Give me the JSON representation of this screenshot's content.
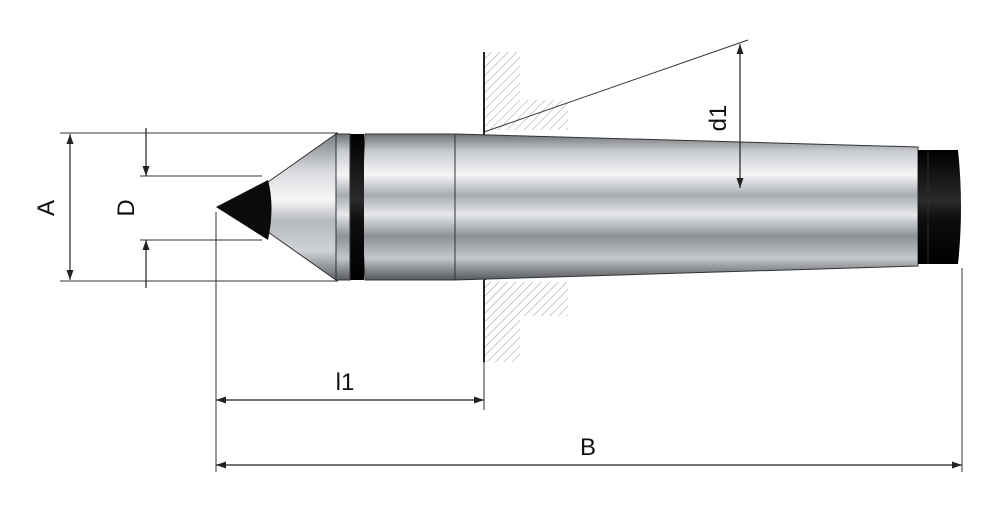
{
  "labels": {
    "A": "A",
    "D": "D",
    "d1": "d1",
    "l1": "l1",
    "B": "B"
  },
  "colors": {
    "steel_dark": "#5a5e63",
    "steel_light": "#f2f3f5",
    "carbide_tip": "#0b0b0b",
    "hatch": "#999999",
    "line": "#222222"
  }
}
